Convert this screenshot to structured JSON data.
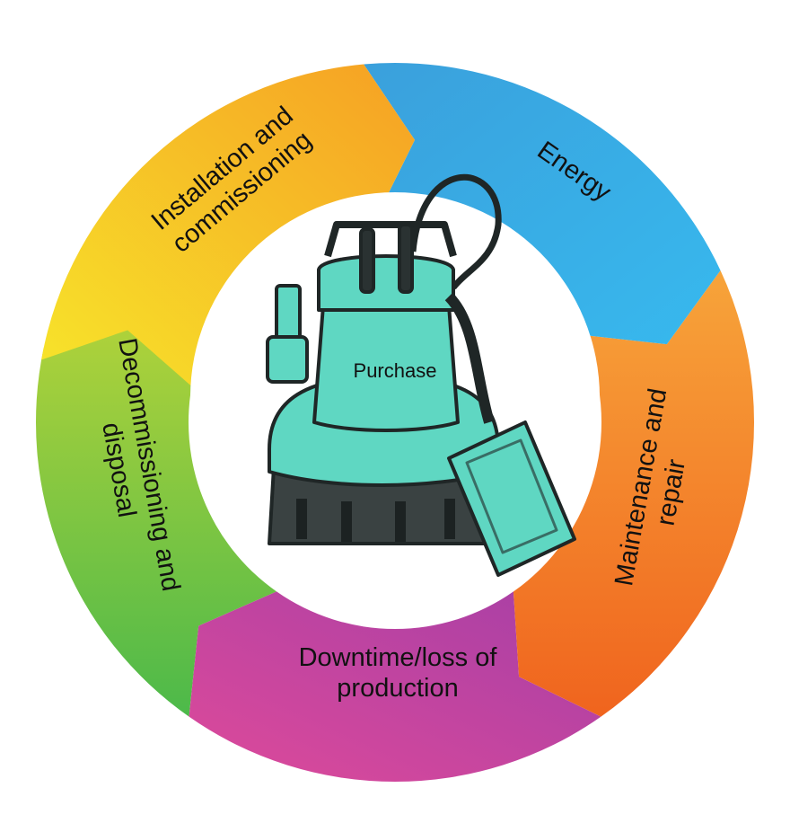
{
  "segments": [
    {
      "id": "installation",
      "lines": [
        "Installation and",
        "commissioning"
      ],
      "color_start": "#f7e52a",
      "color_end": "#f6a024"
    },
    {
      "id": "energy",
      "lines": [
        "Energy"
      ],
      "color_start": "#3aa0dc",
      "color_end": "#37b9ee"
    },
    {
      "id": "maintenance",
      "lines": [
        "Maintenance and",
        "repair"
      ],
      "color_start": "#f7a43a",
      "color_end": "#f0641e"
    },
    {
      "id": "downtime",
      "lines": [
        "Downtime/loss of",
        "production"
      ],
      "color_start": "#a63fa6",
      "color_end": "#de4a9a"
    },
    {
      "id": "decommissioning",
      "lines": [
        "Decommissioning and",
        "disposal"
      ],
      "color_start": "#b0d23a",
      "color_end": "#4cb94a"
    }
  ],
  "center": {
    "label": "Purchase",
    "pump_color": "#5fd7c2",
    "pump_dark": "#2f3a3a"
  }
}
